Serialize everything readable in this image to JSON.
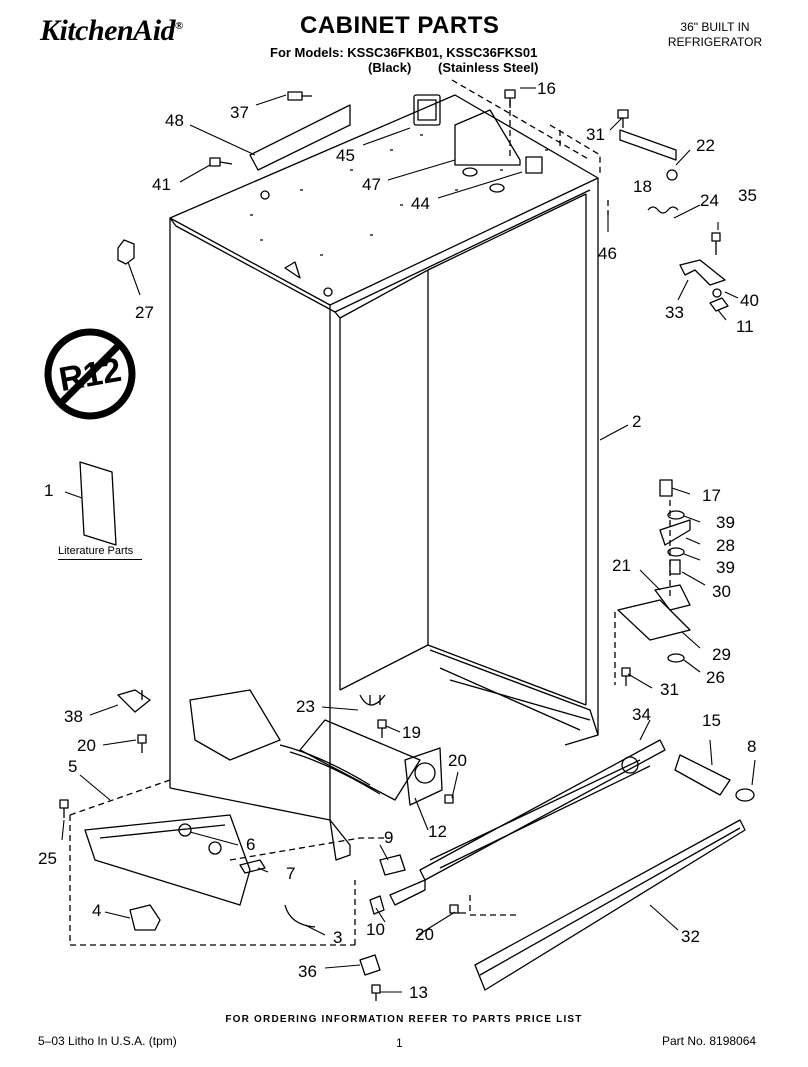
{
  "header": {
    "brand": "KitchenAid",
    "brand_mark": "®",
    "title": "CABINET PARTS",
    "models_line": "For Models: KSSC36FKB01, KSSC36FKS01",
    "variant_black": "(Black)",
    "variant_stainless": "(Stainless Steel)",
    "product_line1": "36\" BUILT IN",
    "product_line2": "REFRIGERATOR"
  },
  "badge": {
    "text": "R12"
  },
  "literature": {
    "label": "Literature Parts"
  },
  "callouts": [
    "37",
    "48",
    "45",
    "16",
    "31",
    "22",
    "18",
    "41",
    "47",
    "44",
    "46",
    "24",
    "35",
    "27",
    "33",
    "40",
    "11",
    "2",
    "1",
    "17",
    "39",
    "28",
    "39",
    "21",
    "30",
    "29",
    "26",
    "31",
    "23",
    "19",
    "38",
    "20",
    "34",
    "15",
    "8",
    "20",
    "5",
    "6",
    "12",
    "9",
    "7",
    "25",
    "4",
    "3",
    "10",
    "20",
    "32",
    "36",
    "13"
  ],
  "footer": {
    "ordering_info": "FOR ORDERING INFORMATION REFER TO PARTS PRICE LIST",
    "litho": "5–03 Litho In U.S.A. (tpm)",
    "page": "1",
    "part_no": "Part No. 8198064"
  }
}
